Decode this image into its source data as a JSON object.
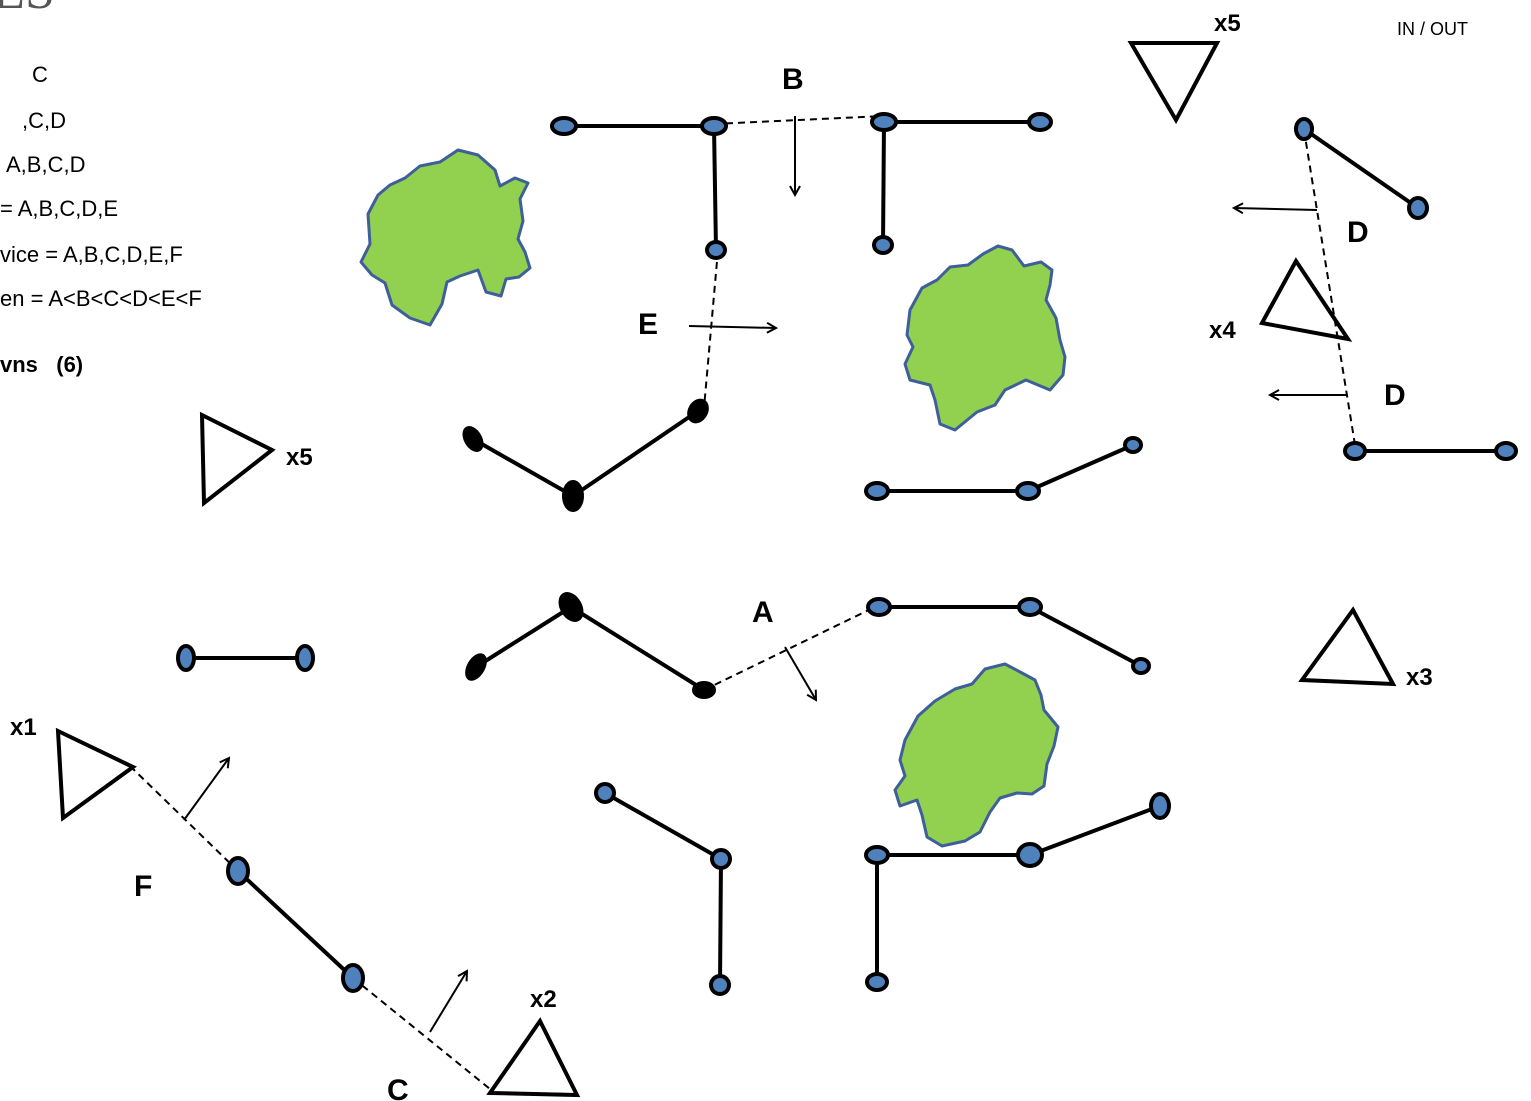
{
  "header": {
    "title_fragment": "ES",
    "in_out": "IN / OUT"
  },
  "rules": [
    "C",
    ",C,D",
    "A,B,C,D",
    "= A,B,C,D,E",
    "vice = A,B,C,D,E,F",
    "en = A<B<C<D<E<F"
  ],
  "spawns_label": "vns   (6)",
  "gap_labels": [
    "A",
    "B",
    "C",
    "D",
    "D",
    "E",
    "F"
  ],
  "spawn_multipliers": [
    "x5",
    "x5",
    "x4",
    "x3",
    "x2",
    "x1"
  ],
  "colors": {
    "node_fill": "#4f81bd",
    "obstacle_fill": "#92d050",
    "obstacle_stroke": "#3e5f99",
    "line": "#000000"
  }
}
